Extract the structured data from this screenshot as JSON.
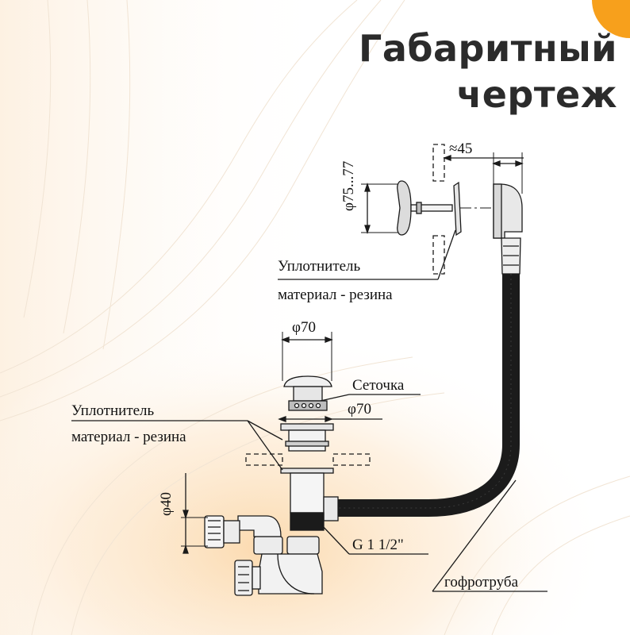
{
  "title": {
    "line1": "Габаритный",
    "line2": "чертеж"
  },
  "colors": {
    "accent": "#f7a01c",
    "ink": "#1a1a1a",
    "background": "#ffffff"
  },
  "labels": {
    "dim_45": "≈45",
    "dim_75_77": "φ75...77",
    "seal_top_1": "Уплотнитель",
    "seal_top_2": "материал - резина",
    "dim_70_top": "φ70",
    "mesh": "Сеточка",
    "dim_70_mid": "φ70",
    "seal_mid_1": "Уплотнитель",
    "seal_mid_2": "материал - резина",
    "dim_40": "φ40",
    "thread": "G 1 1/2\"",
    "corrugated": "гофротруба"
  }
}
